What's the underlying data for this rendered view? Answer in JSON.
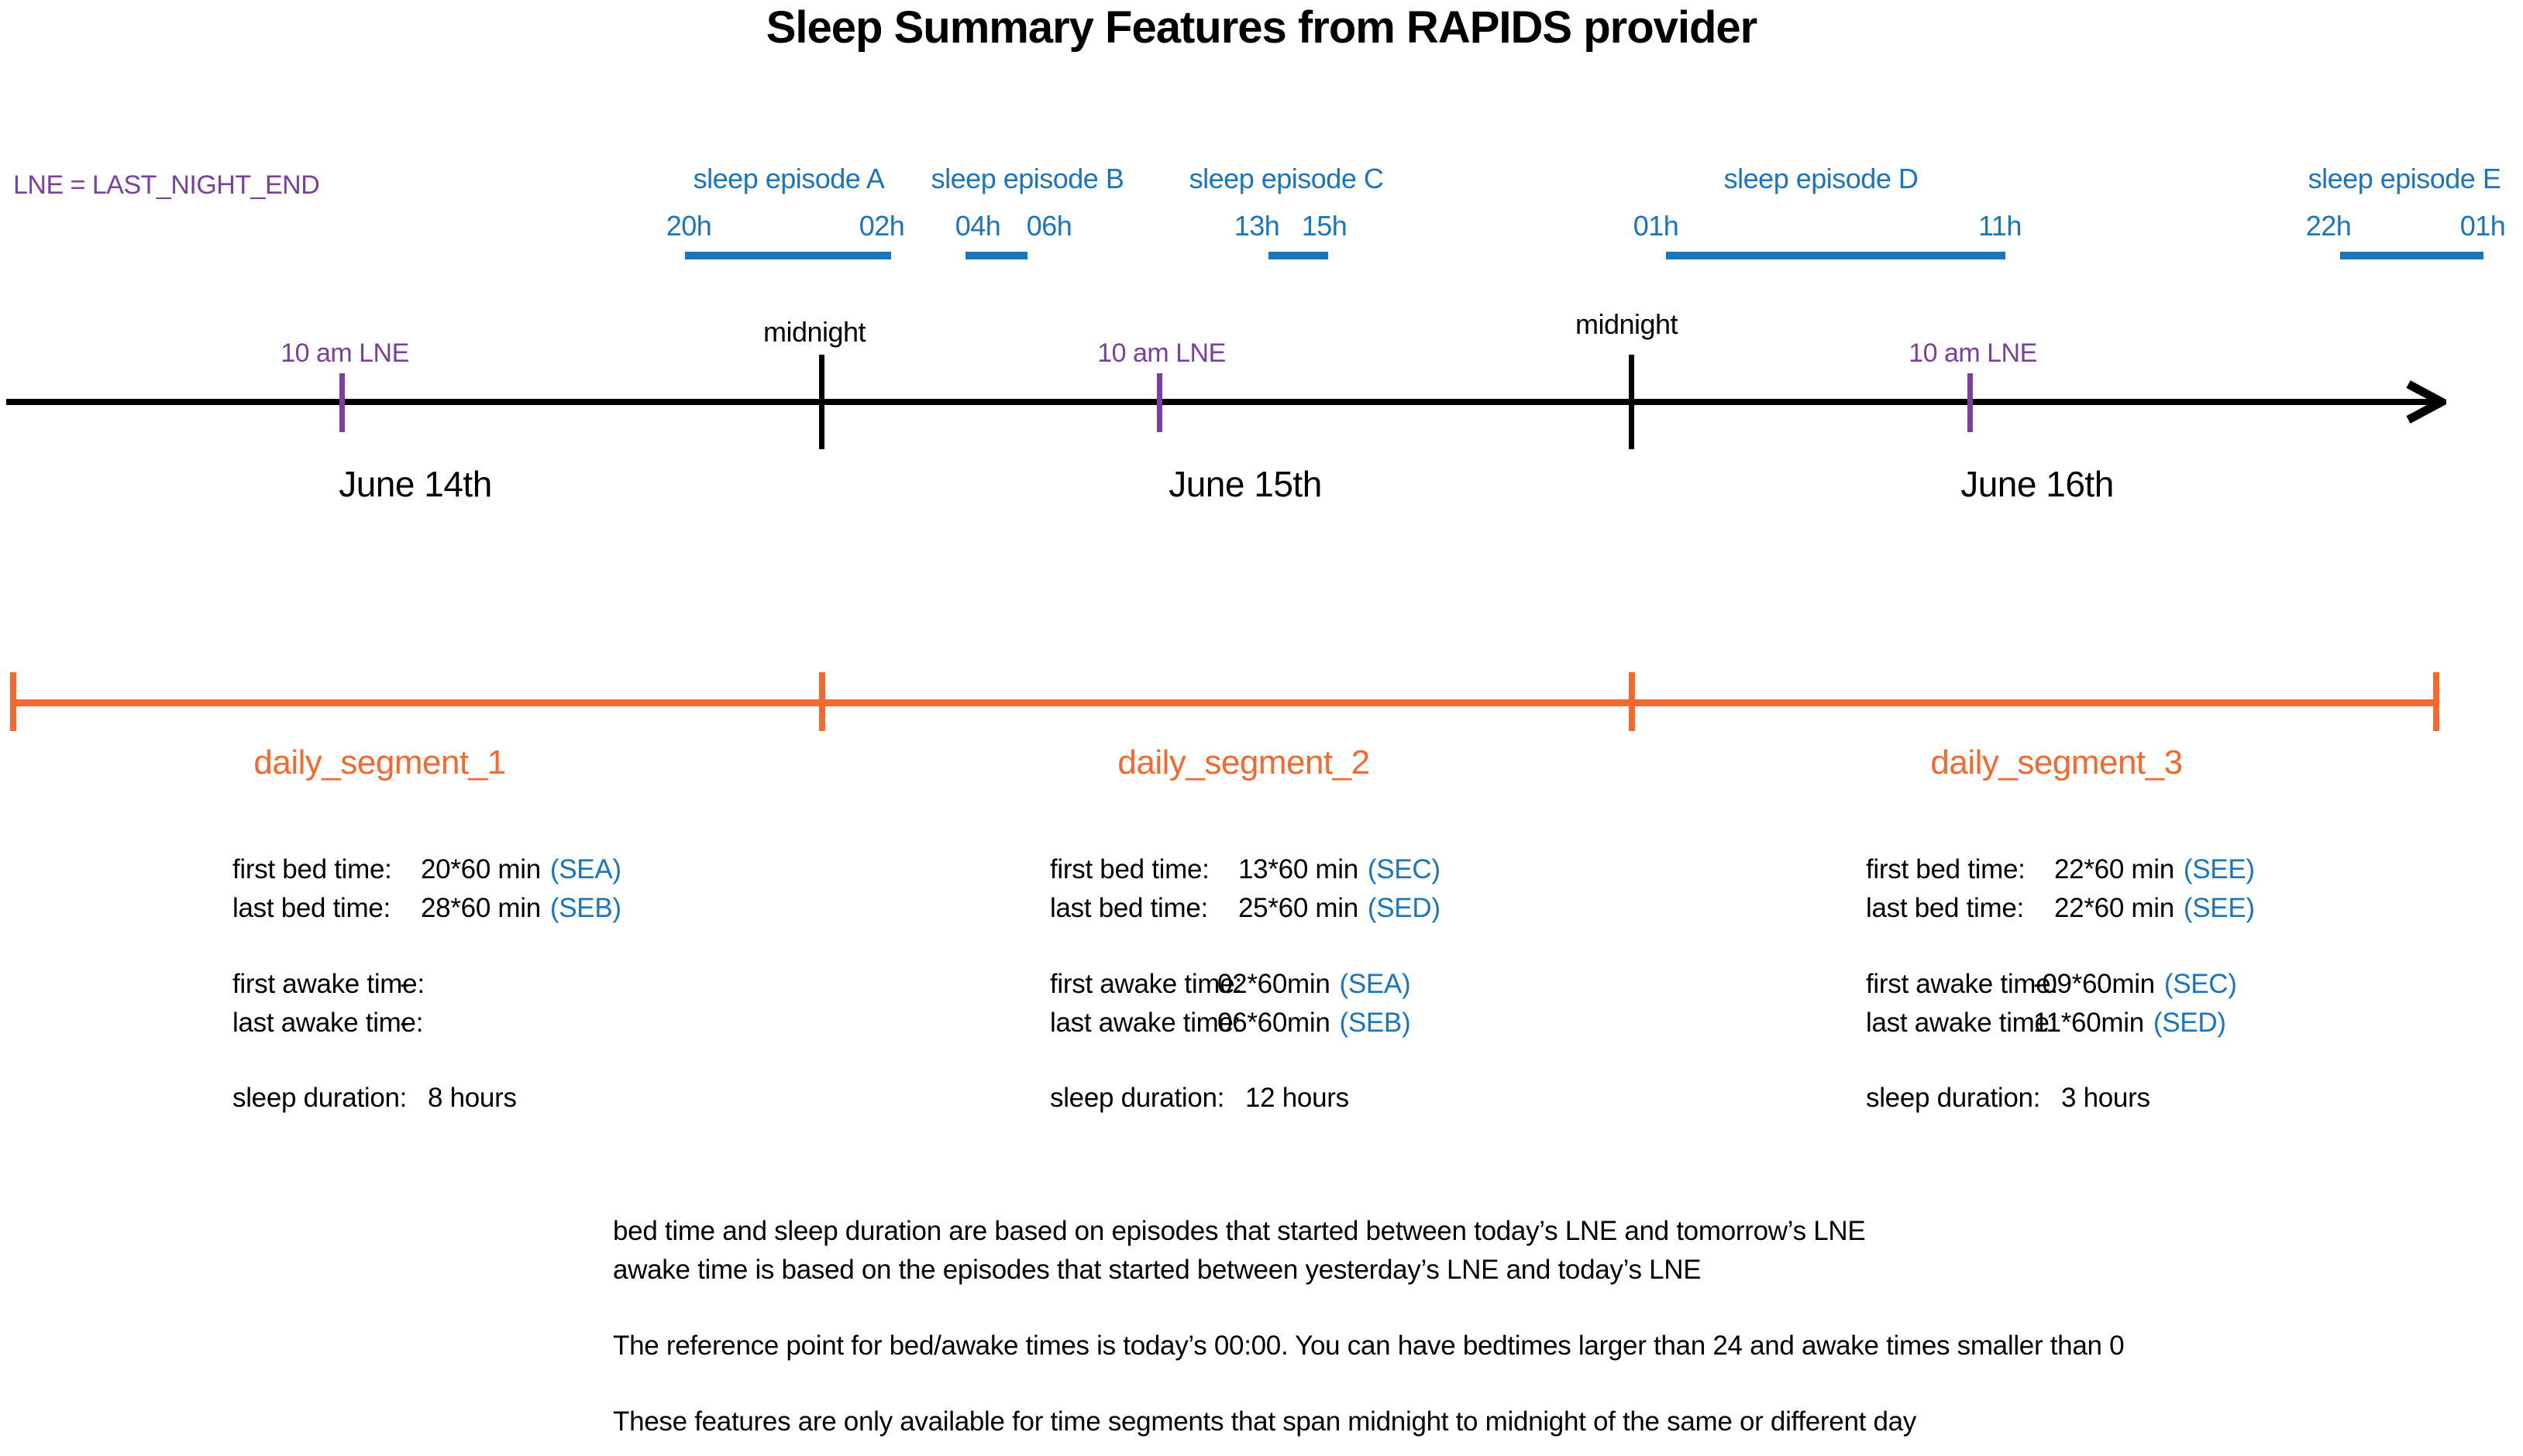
{
  "title": "Sleep Summary Features from RAPIDS provider",
  "legend": {
    "lne_note": "LNE = LAST_NIGHT_END"
  },
  "colors": {
    "episode_blue": "#1B75BC",
    "lne_purple": "#7B3F9E",
    "segment_orange": "#F4692E",
    "timeline_black": "#000000"
  },
  "episodes": [
    {
      "name": "sleep episode A",
      "start_label": "20h",
      "end_label": "02h"
    },
    {
      "name": "sleep episode B",
      "start_label": "04h",
      "end_label": "06h"
    },
    {
      "name": "sleep episode C",
      "start_label": "13h",
      "end_label": "15h"
    },
    {
      "name": "sleep episode D",
      "start_label": "01h",
      "end_label": "11h"
    },
    {
      "name": "sleep episode E",
      "start_label": "22h",
      "end_label": "01h"
    }
  ],
  "timeline": {
    "lne_labels": [
      "10 am LNE",
      "10 am LNE",
      "10 am LNE"
    ],
    "midnight_labels": [
      "midnight",
      "midnight"
    ],
    "dates": [
      "June 14th",
      "June 15th",
      "June 16th"
    ]
  },
  "segments": [
    {
      "name": "daily_segment_1",
      "first_bed": {
        "label": "first bed time:",
        "value": "20*60 min",
        "tag": "(SEA)"
      },
      "last_bed": {
        "label": "last bed time:",
        "value": "28*60 min",
        "tag": "(SEB)"
      },
      "first_awake": {
        "label": "first awake time:",
        "value": "-",
        "tag": ""
      },
      "last_awake": {
        "label": "last awake time:",
        "value": "-",
        "tag": ""
      },
      "duration": {
        "label": "sleep duration:",
        "value": "8 hours"
      }
    },
    {
      "name": "daily_segment_2",
      "first_bed": {
        "label": "first bed time:",
        "value": "13*60 min",
        "tag": "(SEC)"
      },
      "last_bed": {
        "label": "last bed time:",
        "value": "25*60 min",
        "tag": "(SED)"
      },
      "first_awake": {
        "label": "first awake time:",
        "value": "02*60min",
        "tag": "(SEA)"
      },
      "last_awake": {
        "label": "last awake time:",
        "value": "06*60min",
        "tag": "(SEB)"
      },
      "duration": {
        "label": "sleep duration:",
        "value": "12 hours"
      }
    },
    {
      "name": "daily_segment_3",
      "first_bed": {
        "label": "first bed time:",
        "value": "22*60 min",
        "tag": "(SEE)"
      },
      "last_bed": {
        "label": "last bed time:",
        "value": "22*60 min",
        "tag": "(SEE)"
      },
      "first_awake": {
        "label": "first awake time:",
        "value": "-09*60min",
        "tag": "(SEC)"
      },
      "last_awake": {
        "label": "last awake time:",
        "value": "11*60min",
        "tag": "(SED)"
      },
      "duration": {
        "label": "sleep duration:",
        "value": "3 hours"
      }
    }
  ],
  "notes": [
    "bed time and sleep duration are based on episodes that started between today’s LNE and tomorrow’s LNE",
    "awake time is based on the episodes that started between yesterday’s LNE and today’s LNE",
    "The reference point for bed/awake times is today’s 00:00. You can have bedtimes larger than 24 and awake times smaller than 0",
    "These features are only available for time segments that span midnight to midnight of the same or different day"
  ]
}
